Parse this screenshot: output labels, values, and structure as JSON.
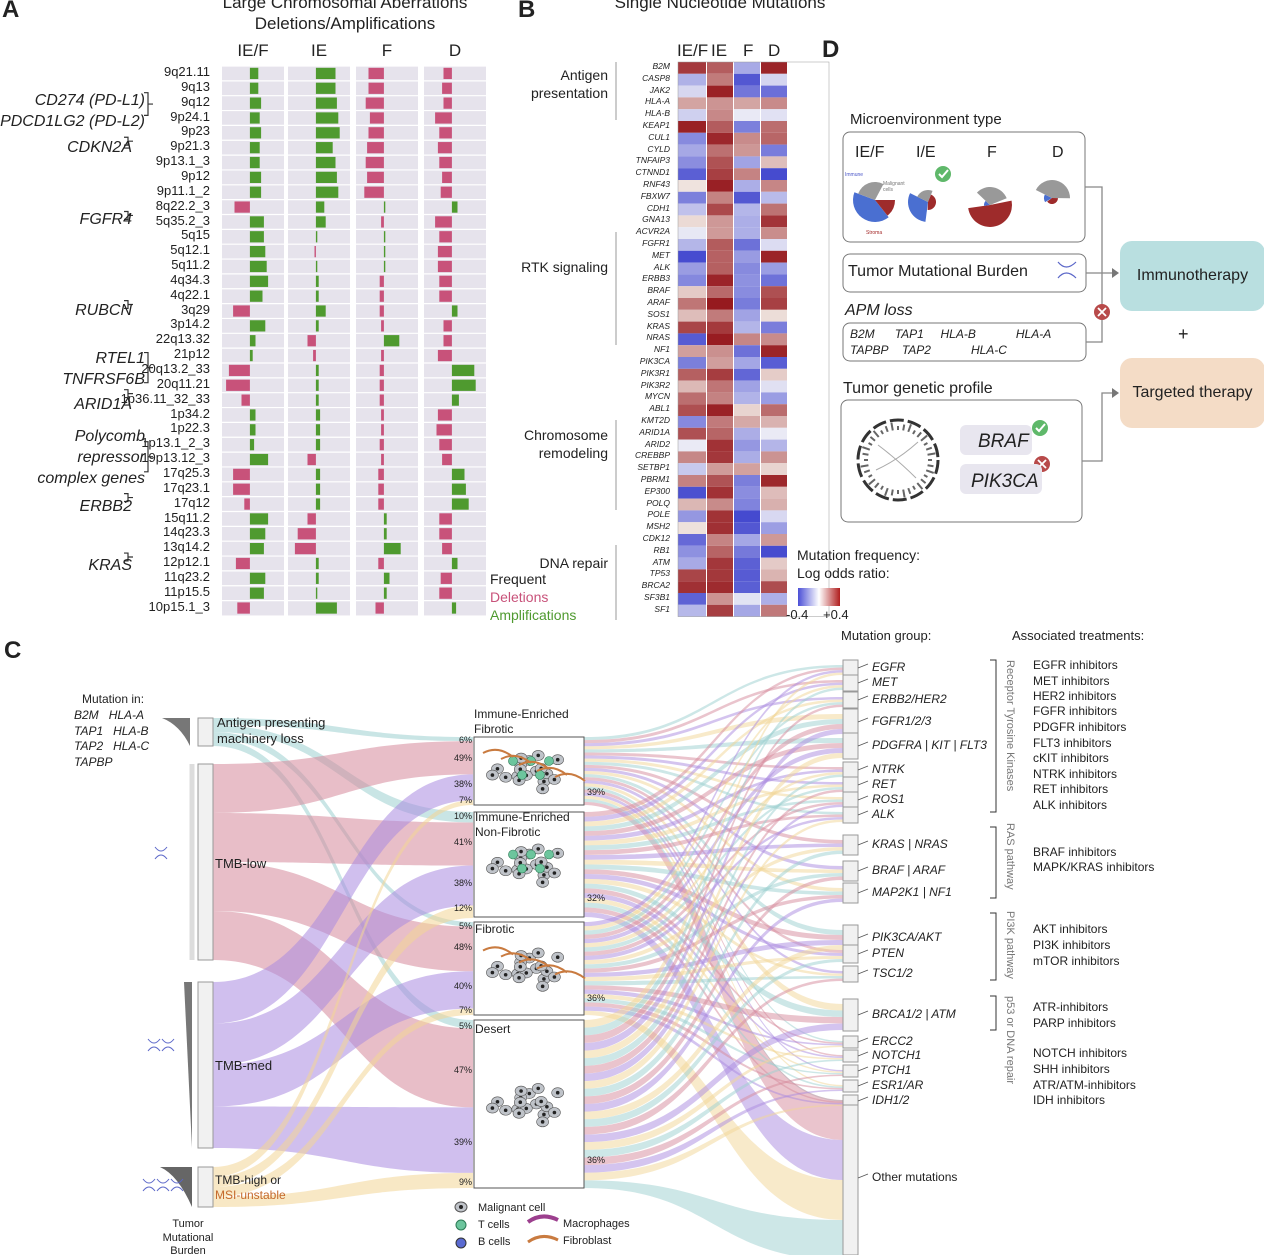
{
  "panel_a": {
    "letter": "A",
    "title_line1": "Large Chromosomal Aberrations",
    "title_line2": "Deletions/Amplifications",
    "columns": [
      "IE/F",
      "IE",
      "F",
      "D"
    ],
    "bands": [
      "9q21.11",
      "9q13",
      "9q12",
      "9p24.1",
      "9p23",
      "9p21.3",
      "9p13.1_3",
      "9p12",
      "9p11.1_2",
      "8q22.2_3",
      "5q35.2_3",
      "5q15",
      "5q12.1",
      "5q11.2",
      "4q34.3",
      "4q22.1",
      "3q29",
      "3p14.2",
      "22q13.32",
      "21p12",
      "20q13.2_33",
      "20q11.21",
      "1p36.11_32_33",
      "1p34.2",
      "1p22.3",
      "1p13.1_2_3",
      "19p13.12_3",
      "17q25.3",
      "17q23.1",
      "17q12",
      "15q11.2",
      "14q23.3",
      "13q14.2",
      "12p12.1",
      "11q23.2",
      "11p15.5",
      "10p15.1_3"
    ],
    "bars": [
      [
        0.3,
        0.7,
        -0.55,
        -0.3
      ],
      [
        0.3,
        0.7,
        -0.55,
        -0.35
      ],
      [
        0.4,
        0.75,
        -0.65,
        -0.3
      ],
      [
        0.35,
        0.8,
        -0.5,
        -0.6
      ],
      [
        0.4,
        0.85,
        -0.55,
        -0.45
      ],
      [
        0.35,
        0.6,
        -0.6,
        -0.5
      ],
      [
        0.35,
        0.7,
        -0.65,
        -0.45
      ],
      [
        0.4,
        0.75,
        -0.6,
        -0.35
      ],
      [
        0.4,
        0.8,
        -0.7,
        -0.4
      ],
      [
        -0.55,
        0.3,
        0.05,
        0.2
      ],
      [
        0.5,
        0.35,
        -0.1,
        -0.6
      ],
      [
        0.5,
        0.05,
        0.05,
        -0.45
      ],
      [
        0.55,
        -0.05,
        0.05,
        -0.5
      ],
      [
        0.6,
        0.05,
        0.05,
        -0.5
      ],
      [
        0.65,
        0.1,
        -0.15,
        -0.45
      ],
      [
        0.45,
        0.1,
        -0.15,
        -0.45
      ],
      [
        -0.6,
        0.35,
        -0.15,
        0.2
      ],
      [
        0.55,
        0.1,
        -0.1,
        -0.3
      ],
      [
        0.2,
        -0.3,
        0.55,
        -0.3
      ],
      [
        0.1,
        -0.1,
        -0.1,
        -0.5
      ],
      [
        -0.75,
        0.1,
        -0.15,
        0.8
      ],
      [
        -0.85,
        0.1,
        -0.15,
        0.85
      ],
      [
        -0.3,
        0.1,
        -0.15,
        0.25
      ],
      [
        0.2,
        0.15,
        -0.1,
        -0.5
      ],
      [
        0.2,
        0.15,
        -0.1,
        -0.55
      ],
      [
        0.15,
        0.15,
        -0.15,
        -0.45
      ],
      [
        0.65,
        -0.3,
        -0.1,
        -0.35
      ],
      [
        -0.6,
        0.15,
        -0.2,
        0.45
      ],
      [
        -0.6,
        0.15,
        -0.2,
        0.5
      ],
      [
        -0.2,
        0.15,
        -0.2,
        0.6
      ],
      [
        0.65,
        -0.3,
        0.1,
        -0.45
      ],
      [
        0.55,
        -0.65,
        0.1,
        -0.45
      ],
      [
        0.5,
        -0.75,
        0.6,
        -0.35
      ],
      [
        -0.5,
        0.1,
        -0.2,
        0.2
      ],
      [
        0.55,
        0.1,
        0.2,
        -0.4
      ],
      [
        0.5,
        0.05,
        0.1,
        -0.45
      ],
      [
        -0.45,
        0.75,
        -0.3,
        0.15
      ]
    ],
    "gene_groups": [
      {
        "lines": [
          "CD274 (PD-L1)",
          "PDCD1LG2 (PD-L2)"
        ]
      },
      {
        "lines": [
          "CDKN2A"
        ]
      },
      {
        "lines": [
          "FGFR4"
        ]
      },
      {
        "lines": [
          "RUBCN"
        ]
      },
      {
        "lines": [
          "RTEL1",
          "TNFRSF6B"
        ]
      },
      {
        "lines": [
          "ARID1A"
        ]
      },
      {
        "lines": [
          "Polycomb",
          "repressor",
          "complex genes"
        ]
      },
      {
        "lines": [
          "ERBB2"
        ]
      },
      {
        "lines": [
          "KRAS"
        ]
      }
    ],
    "legend": {
      "frequent": "Frequent",
      "deletions": "Deletions",
      "amplifications": "Amplifications"
    },
    "colors": {
      "deletion": "#c8527a",
      "amplification": "#4f9a2f",
      "cell_bg": "#e6e3ec"
    }
  },
  "panel_b": {
    "letter": "B",
    "title": "Single Nucleotide Mutations",
    "columns": [
      "IE/F",
      "IE",
      "F",
      "D"
    ],
    "categories": [
      "Antigen presentation",
      "RTK signaling",
      "Chromosome remodeling",
      "DNA repair"
    ],
    "genes": [
      "B2M",
      "CASP8",
      "JAK2",
      "HLA-A",
      "HLA-B",
      "KEAP1",
      "CUL1",
      "CYLD",
      "TNFAIP3",
      "CTNND1",
      "RNF43",
      "FBXW7",
      "CDH1",
      "GNA13",
      "ACVR2A",
      "FGFR1",
      "MET",
      "ALK",
      "ERBB3",
      "BRAF",
      "ARAF",
      "SOS1",
      "KRAS",
      "NRAS",
      "NF1",
      "PIK3CA",
      "PIK3R1",
      "PIK3R2",
      "MYCN",
      "ABL1",
      "KMT2D",
      "ARID1A",
      "ARID2",
      "CREBBP",
      "SETBP1",
      "PBRM1",
      "EP300",
      "POLQ",
      "POLE",
      "MSH2",
      "CDK12",
      "RB1",
      "ATM",
      "TP53",
      "BRCA2",
      "SF3B1",
      "SF1"
    ],
    "legend_title1": "Mutation frequency:",
    "legend_title2": "Log odds ratio:",
    "legend_min": "-0.4",
    "legend_max": "+0.4"
  },
  "panel_c": {
    "letter": "C",
    "mutation_in_title": "Mutation in:",
    "mutation_in_genes": [
      "B2M",
      "HLA-A",
      "TAP1",
      "HLA-B",
      "TAP2",
      "HLA-C",
      "TAPBP"
    ],
    "left_groups": [
      "Antigen presenting machinery loss",
      "TMB-low",
      "TMB-med",
      "TMB-high or",
      "MSI-unstable"
    ],
    "left_caption": "Tumor Mutational Burden",
    "mid_groups": [
      "Immune-Enriched Fibrotic",
      "Immune-Enriched Non-Fibrotic",
      "Fibrotic",
      "Desert"
    ],
    "mid_pcts": [
      [
        "6%",
        "49%",
        "38%",
        "7%"
      ],
      [
        "10%",
        "41%",
        "38%",
        "12%"
      ],
      [
        "5%",
        "48%",
        "40%",
        "7%"
      ],
      [
        "5%",
        "47%",
        "39%",
        "9%"
      ]
    ],
    "right_pcts": [
      "39%",
      "32%",
      "36%",
      "36%"
    ],
    "legend": {
      "malignant": "Malignant cell",
      "tcells": "T cells",
      "bcells": "B cells",
      "macrophages": "Macrophages",
      "fibroblast": "Fibroblast"
    },
    "mutation_group_title": "Mutation group:",
    "treatments_title": "Associated treatments:",
    "mutation_groups": [
      "EGFR",
      "MET",
      "ERBB2/HER2",
      "FGFR1/2/3",
      "PDGFRA | KIT | FLT3",
      "NTRK",
      "RET",
      "ROS1",
      "ALK",
      "KRAS | NRAS",
      "BRAF | ARAF",
      "MAP2K1 | NF1",
      "PIK3CA/AKT",
      "PTEN",
      "TSC1/2",
      "BRCA1/2 | ATM",
      "ERCC2",
      "NOTCH1",
      "PTCH1",
      "ESR1/AR",
      "IDH1/2",
      "Other mutations"
    ],
    "pathway_labels": [
      "Receptor Tyrosine Kinases",
      "RAS pathway",
      "PI3K pathway",
      "p53 or DNA repair"
    ],
    "treatments": [
      "EGFR inhibitors",
      "MET inhibitors",
      "HER2 inhibitors",
      "FGFR inhibitors",
      "PDGFR inhibitors",
      "FLT3 inhibitors",
      "cKIT inhibitors",
      "NTRK inhibitors",
      "RET inhibitors",
      "ALK inhibitors",
      "BRAF inhibitors",
      "MAPK/KRAS inhibitors",
      "AKT inhibitors",
      "PI3K inhibitors",
      "mTOR inhibitors",
      "ATR-inhibitors",
      "PARP inhibitors",
      "NOTCH inhibitors",
      "SHH inhibitors",
      "ATR/ATM-inhibitors",
      "IDH inhibitors"
    ],
    "colors": {
      "apm": "#9ccfcf",
      "low": "#d6899b",
      "med": "#a98ae0",
      "high": "#f2d595"
    }
  },
  "panel_d": {
    "letter": "D",
    "micro_title": "Microenvironment type",
    "micro_types": [
      "IE/F",
      "I/E",
      "F",
      "D"
    ],
    "pie_labels": {
      "immune": "Immune",
      "malignant": "Malignant cells",
      "stroma": "Stroma"
    },
    "tmb_label": "Tumor Mutational Burden",
    "apm_label": "APM loss",
    "apm_genes_row1": [
      "B2M",
      "TAP1",
      "HLA-B",
      "HLA-A"
    ],
    "apm_genes_row2": [
      "TAPBP",
      "TAP2",
      "HLA-C"
    ],
    "genetic_title": "Tumor genetic profile",
    "genes": [
      "BRAF",
      "PIK3CA"
    ],
    "immunotherapy": "Immunotherapy",
    "plus": "+",
    "targeted": "Targeted therapy",
    "colors": {
      "immuno": "#b9dfe0",
      "targeted": "#f4dcc6"
    }
  }
}
